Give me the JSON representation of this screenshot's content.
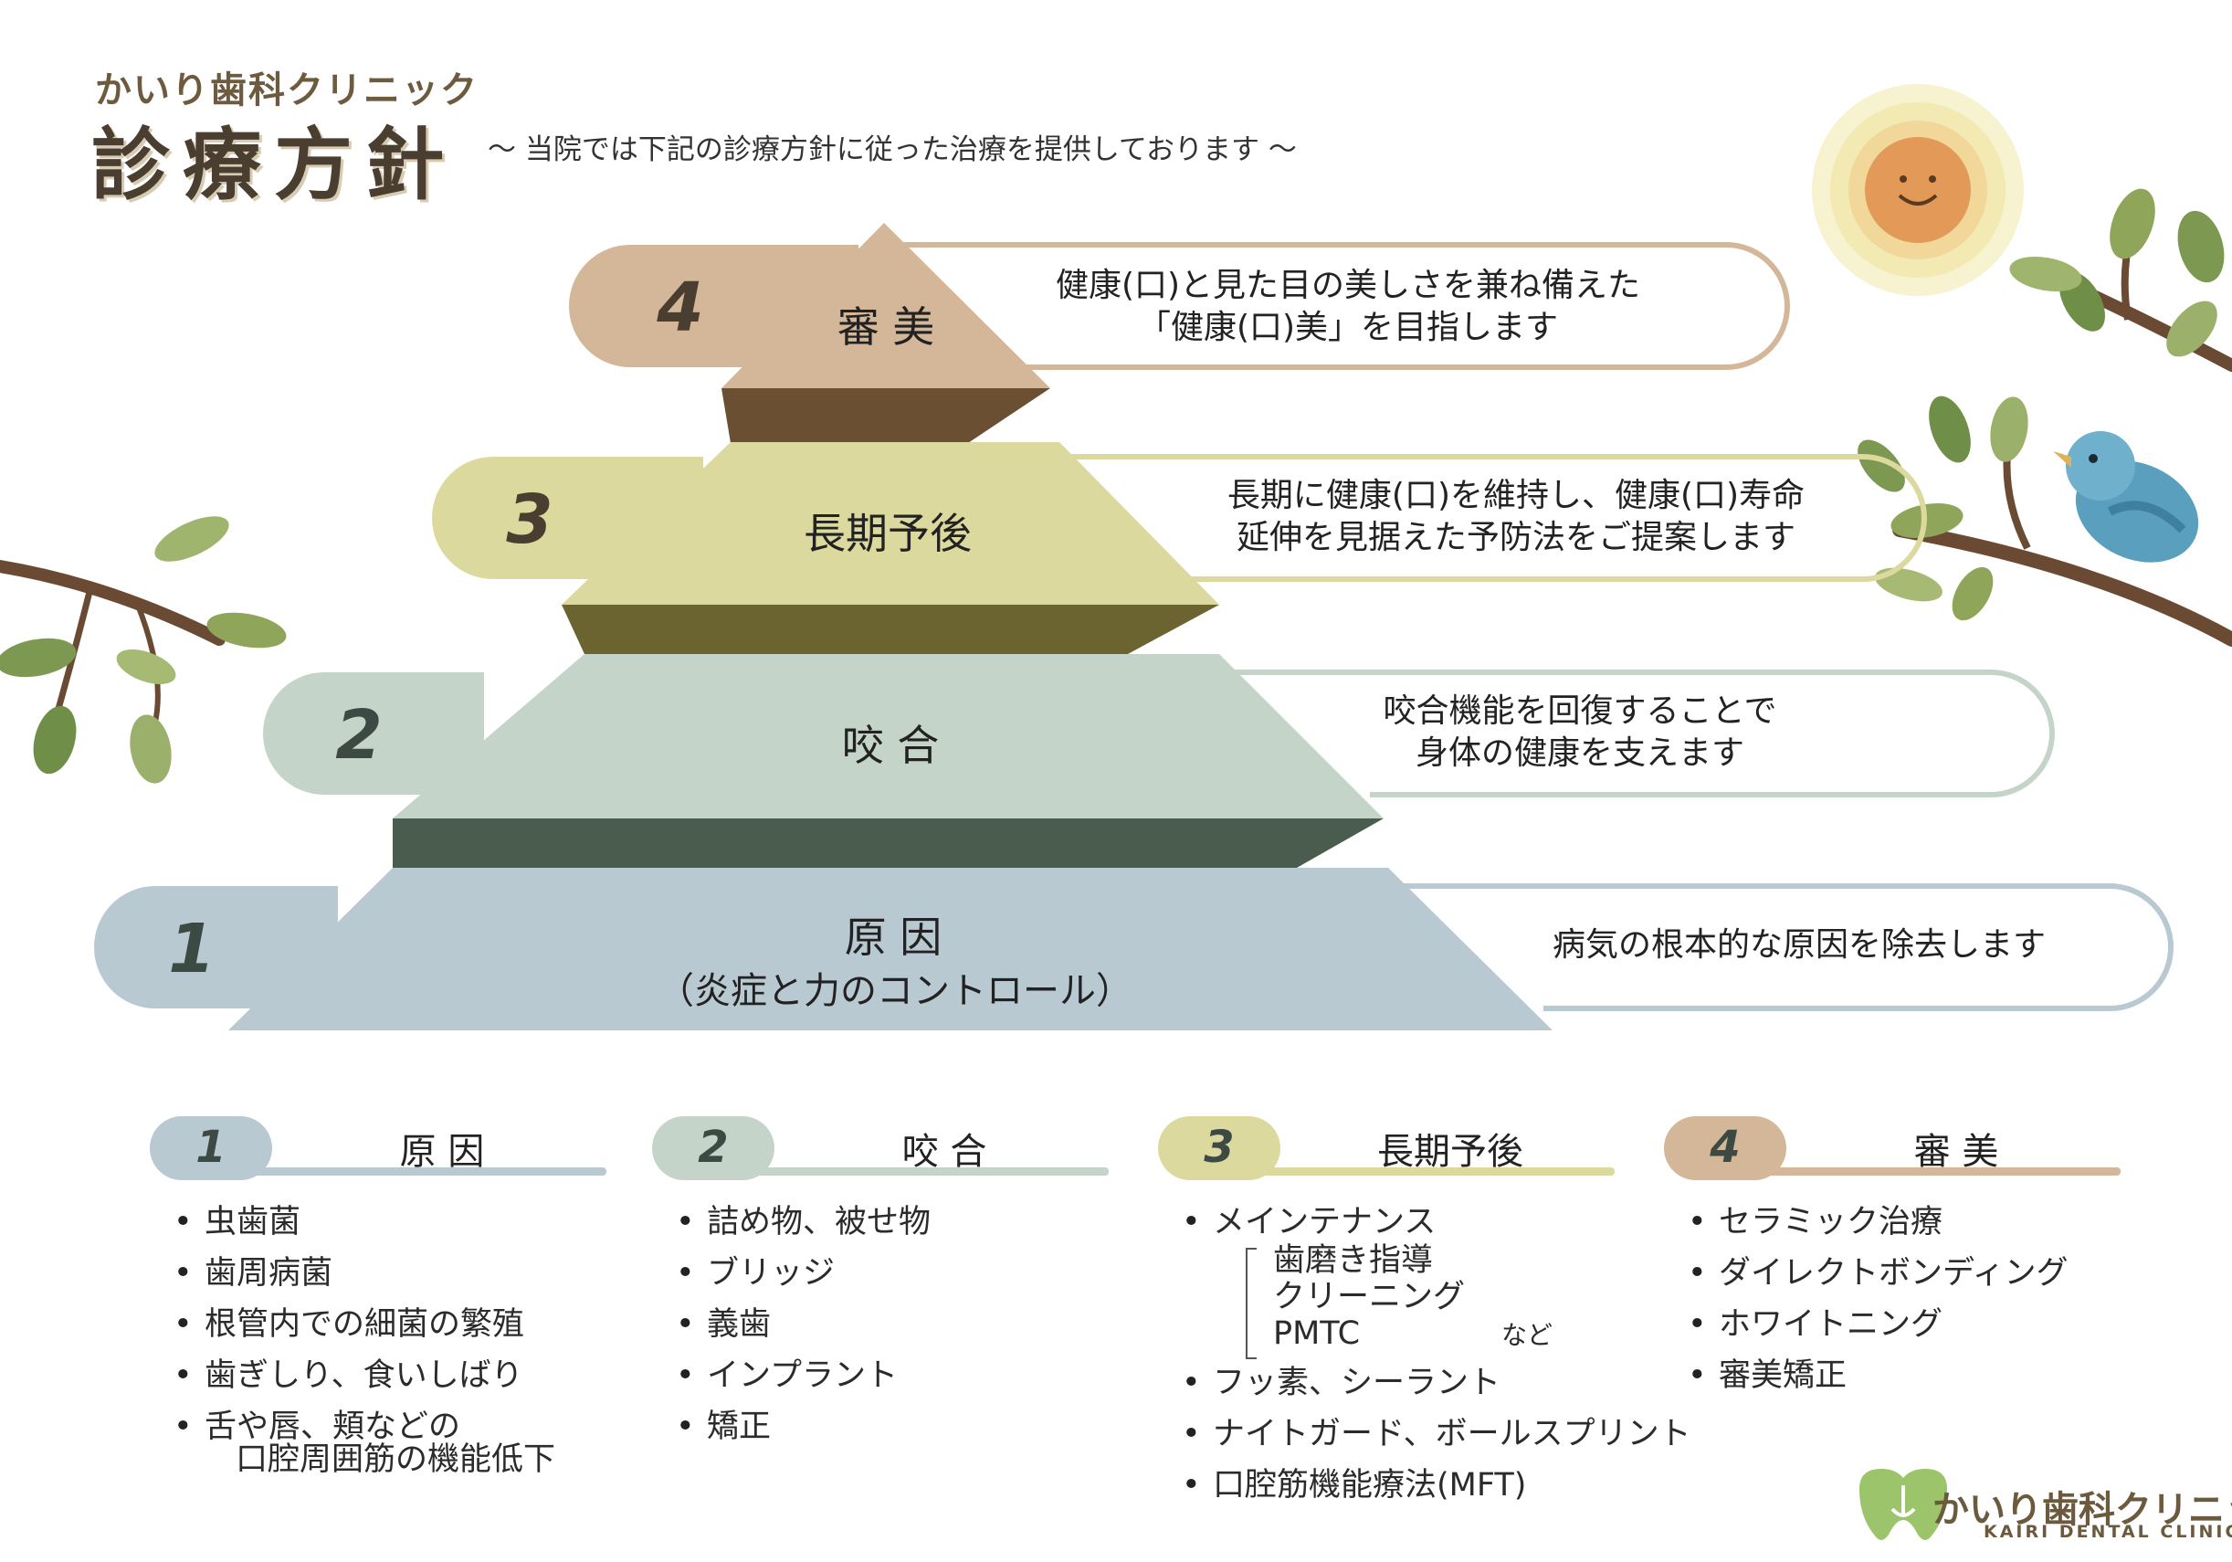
{
  "header": {
    "clinic_name": "かいり歯科クリニック",
    "title": "診療方針",
    "subtitle": "〜 当院では下記の診療方針に従った治療を提供しております 〜"
  },
  "pyramid": {
    "levels": [
      {
        "number": "4",
        "label": "審 美",
        "label_line2": "",
        "desc_line1": "健康(口)と見た目の美しさを兼ね備えた",
        "desc_line2": "「健康(口)美」を目指します",
        "color": "#d4b698",
        "shade": "#6b4f33"
      },
      {
        "number": "3",
        "label": "長期予後",
        "label_line2": "",
        "desc_line1": "長期に健康(口)を維持し、健康(口)寿命",
        "desc_line2": "延伸を見据えた予防法をご提案します",
        "color": "#dcd99e",
        "shade": "#6b6430"
      },
      {
        "number": "2",
        "label": "咬 合",
        "label_line2": "",
        "desc_line1": "咬合機能を回復することで",
        "desc_line2": "身体の健康を支えます",
        "color": "#c5d4c8",
        "shade": "#4a5c4e"
      },
      {
        "number": "1",
        "label": "原 因",
        "label_line2": "（炎症と力のコントロール）",
        "desc_line1": "病気の根本的な原因を除去します",
        "desc_line2": "",
        "color": "#b9c9d2",
        "shade": "#4a5c4e"
      }
    ]
  },
  "categories": [
    {
      "number": "1",
      "title": "原 因",
      "color": "#b9c9d2",
      "items": [
        "虫歯菌",
        "歯周病菌",
        "根管内での細菌の繁殖",
        "歯ぎしり、食いしばり",
        "舌や唇、頬などの"
      ],
      "item_cont": "口腔周囲筋の機能低下"
    },
    {
      "number": "2",
      "title": "咬 合",
      "color": "#c5d4c8",
      "items": [
        "詰め物、被せ物",
        "ブリッジ",
        "義歯",
        "インプラント",
        "矯正"
      ]
    },
    {
      "number": "3",
      "title": "長期予後",
      "color": "#dcd99e",
      "first_item": "メインテナンス",
      "sub_items": [
        "歯磨き指導",
        "クリーニング",
        "PMTC"
      ],
      "sub_note": "など",
      "items": [
        "フッ素、シーラント",
        "ナイトガード、ボールスプリント",
        "口腔筋機能療法(MFT)"
      ]
    },
    {
      "number": "4",
      "title": "審 美",
      "color": "#d4b698",
      "items": [
        "セラミック治療",
        "ダイレクトボンディング",
        "ホワイトニング",
        "審美矯正"
      ]
    }
  ],
  "logo": {
    "name": "かいり歯科クリニック",
    "name_en": "KAIRI DENTAL CLINIC"
  }
}
